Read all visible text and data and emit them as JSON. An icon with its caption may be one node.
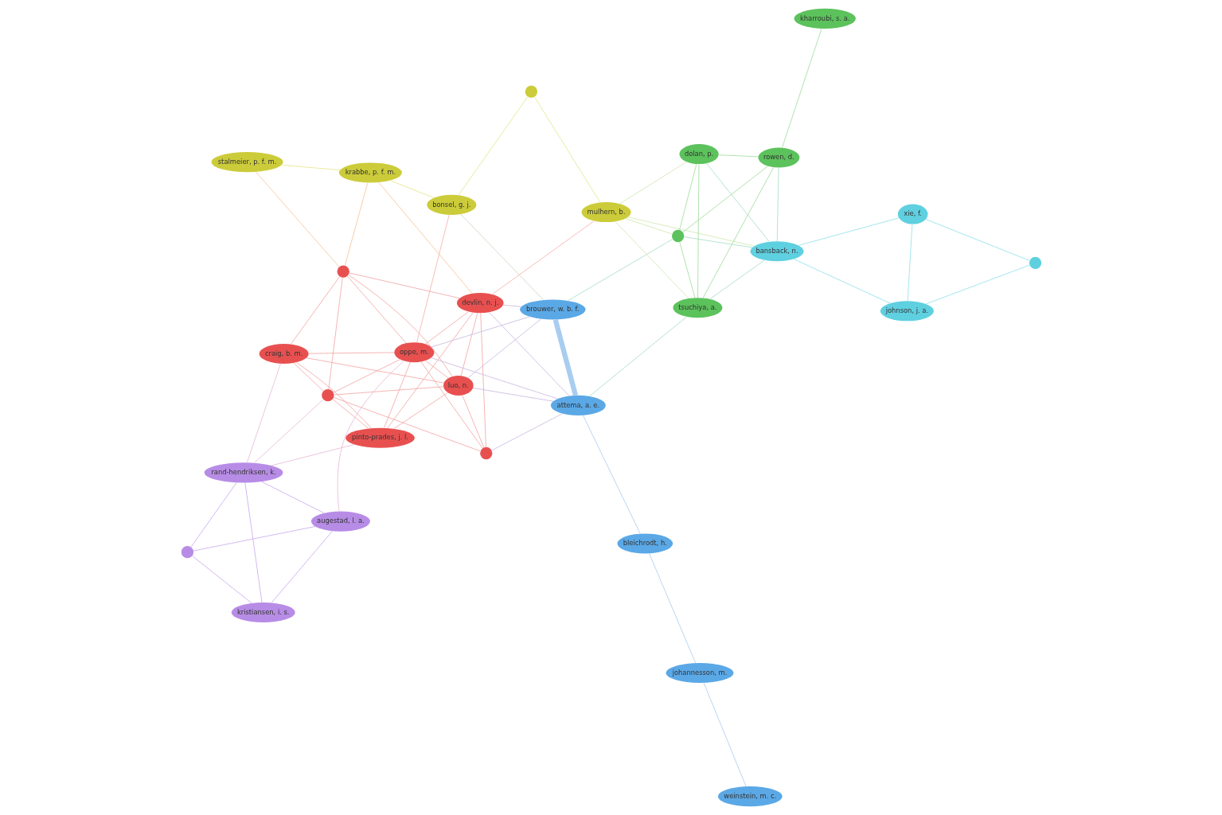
{
  "diagram": {
    "nodes": [
      {
        "text": [],
        "shape": "circle"
      },
      {
        "text": [
          "xie, f."
        ]
      },
      {
        "text": [
          "stalmeier, p. f. m."
        ]
      },
      {
        "text": [
          "krabbe, p. f. m."
        ]
      },
      {
        "text": [
          "craig, b. m."
        ]
      },
      {
        "text": [],
        "shape": "circle"
      },
      {
        "text": [
          "kristiansen, i. s."
        ]
      },
      {
        "text": [
          "johnson, j. a."
        ]
      },
      {
        "text": [
          "rand-hendriksen, k."
        ]
      },
      {
        "text": [
          "bonsel, g. j."
        ]
      },
      {
        "text": [
          "bansback, n."
        ]
      },
      {
        "text": [],
        "shape": "circle"
      },
      {
        "text": [],
        "shape": "circle"
      },
      {
        "text": [
          "dolan, p."
        ]
      },
      {
        "text": [],
        "shape": "circle"
      },
      {
        "text": [
          "augestad, l. a."
        ]
      },
      {
        "text": [
          "mulhern, b."
        ]
      },
      {
        "text": [
          "luo, n."
        ]
      },
      {
        "text": [
          "pinto-prades, j. l."
        ]
      },
      {
        "text": [],
        "shape": "circle"
      },
      {
        "text": [
          "devlin, n. j."
        ]
      },
      {
        "text": [
          "oppe, m."
        ]
      },
      {
        "text": [
          "tsuchiya, a."
        ]
      },
      {
        "text": [
          "rowen, d."
        ]
      },
      {
        "text": [],
        "shape": "circle"
      },
      {
        "text": [
          "brouwer, w. b. f."
        ]
      },
      {
        "text": [
          "kharroubi, s. a."
        ]
      },
      {
        "text": [
          "attema, a. e."
        ]
      },
      {
        "text": [
          "bleichrodt, h."
        ]
      },
      {
        "text": [
          "johannesson, m."
        ]
      },
      {
        "text": [
          "weinstein, m. c."
        ]
      }
    ],
    "edges": [
      {
        "from": 0,
        "to": 1,
        "arrow": "none",
        "color": "#8fe0ec"
      },
      {
        "from": 0,
        "to": 7,
        "arrow": "none",
        "color": "#8fe0ec"
      },
      {
        "from": 1,
        "to": 7,
        "arrow": "none",
        "color": "#8fe0ec"
      },
      {
        "from": 1,
        "to": 10,
        "arrow": "none",
        "color": "#8fe0ec"
      },
      {
        "from": 7,
        "to": 10,
        "arrow": "none",
        "color": "#8fe0ec"
      },
      {
        "from": 10,
        "to": 13,
        "arrow": "none",
        "color": "#a6dcc4"
      },
      {
        "from": 10,
        "to": 19,
        "arrow": "none",
        "color": "#a6dcc4"
      },
      {
        "from": 10,
        "to": 22,
        "arrow": "none",
        "color": "#a6dcc4"
      },
      {
        "from": 10,
        "to": 23,
        "arrow": "none",
        "color": "#a6dcc4"
      },
      {
        "from": 10,
        "to": 16,
        "arrow": "none",
        "color": "#cfe8b0"
      },
      {
        "from": 13,
        "to": 19,
        "arrow": "none",
        "color": "#9fdc9a"
      },
      {
        "from": 13,
        "to": 22,
        "arrow": "none",
        "color": "#9fdc9a"
      },
      {
        "from": 13,
        "to": 23,
        "arrow": "none",
        "color": "#9fdc9a"
      },
      {
        "from": 19,
        "to": 22,
        "arrow": "none",
        "color": "#9fdc9a"
      },
      {
        "from": 19,
        "to": 23,
        "arrow": "none",
        "color": "#9fdc9a"
      },
      {
        "from": 22,
        "to": 23,
        "arrow": "none",
        "color": "#9fdc9a"
      },
      {
        "from": 23,
        "to": 26,
        "arrow": "none",
        "color": "#9fdc9a"
      },
      {
        "from": 19,
        "to": 16,
        "arrow": "none",
        "color": "#cfe8b0"
      },
      {
        "from": 13,
        "to": 16,
        "arrow": "none",
        "color": "#cfe8b0"
      },
      {
        "from": 22,
        "to": 16,
        "arrow": "none",
        "color": "#cfe8b0"
      },
      {
        "from": 22,
        "to": 27,
        "arrow": "none",
        "color": "#a6dcc4"
      },
      {
        "from": 19,
        "to": 25,
        "arrow": "none",
        "color": "#a6dcc4"
      },
      {
        "from": 16,
        "to": 14,
        "arrow": "none",
        "color": "#e6e68a"
      },
      {
        "from": 14,
        "to": 9,
        "arrow": "none",
        "color": "#e6e68a"
      },
      {
        "from": 9,
        "to": 3,
        "arrow": "none",
        "color": "#e6e68a"
      },
      {
        "from": 3,
        "to": 2,
        "arrow": "none",
        "color": "#e6e68a"
      },
      {
        "from": 2,
        "to": 5,
        "arrow": "none",
        "color": "#f4c49a"
      },
      {
        "from": 3,
        "to": 5,
        "arrow": "none",
        "color": "#f4c49a"
      },
      {
        "from": 16,
        "to": 20,
        "arrow": "none",
        "color": "#f4b0a8"
      },
      {
        "from": 3,
        "to": 20,
        "arrow": "none",
        "color": "#f4c49a"
      },
      {
        "from": 9,
        "to": 21,
        "arrow": "none",
        "color": "#f4b0a8"
      },
      {
        "from": 9,
        "to": 25,
        "arrow": "none",
        "color": "#c8d8c0"
      },
      {
        "from": 5,
        "to": 4,
        "arrow": "none"
      },
      {
        "from": 5,
        "to": 12,
        "arrow": "none"
      },
      {
        "from": 4,
        "to": 12,
        "arrow": "none"
      },
      {
        "from": 4,
        "to": 17,
        "arrow": "none"
      },
      {
        "from": 4,
        "to": 21,
        "arrow": "none"
      },
      {
        "from": 4,
        "to": 18,
        "arrow": "none"
      },
      {
        "from": 5,
        "to": 17,
        "arrow": "none"
      },
      {
        "from": 5,
        "to": 20,
        "arrow": "none"
      },
      {
        "from": 5,
        "to": 21,
        "arrow": "none"
      },
      {
        "from": 12,
        "to": 18,
        "arrow": "none"
      },
      {
        "from": 12,
        "to": 17,
        "arrow": "none"
      },
      {
        "from": 12,
        "to": 21,
        "arrow": "none"
      },
      {
        "from": 12,
        "to": 24,
        "arrow": "none"
      },
      {
        "from": 17,
        "to": 21,
        "arrow": "none"
      },
      {
        "from": 17,
        "to": 20,
        "arrow": "none"
      },
      {
        "from": 17,
        "to": 18,
        "arrow": "none"
      },
      {
        "from": 20,
        "to": 21,
        "arrow": "none"
      },
      {
        "from": 20,
        "to": 24,
        "arrow": "none"
      },
      {
        "from": 21,
        "to": 24,
        "arrow": "none"
      },
      {
        "from": 17,
        "to": 24,
        "arrow": "none"
      },
      {
        "from": 20,
        "to": 18,
        "arrow": "none"
      },
      {
        "from": 21,
        "to": 18,
        "arrow": "none"
      },
      {
        "from": 4,
        "to": 8,
        "arrow": "none",
        "color": "#e8b8d8"
      },
      {
        "from": 12,
        "to": 8,
        "arrow": "none",
        "color": "#e8b8d8"
      },
      {
        "from": 18,
        "to": 8,
        "arrow": "none",
        "color": "#e8b8d8"
      },
      {
        "from": 21,
        "to": 15,
        "arrow": "none",
        "color": "#e8b8d8"
      },
      {
        "from": 6,
        "to": 8,
        "arrow": "none",
        "color": "#c9a8ee"
      },
      {
        "from": 6,
        "to": 15,
        "arrow": "none",
        "color": "#c9a8ee"
      },
      {
        "from": 6,
        "to": 11,
        "arrow": "none",
        "color": "#c9a8ee"
      },
      {
        "from": 8,
        "to": 11,
        "arrow": "none",
        "color": "#c9a8ee"
      },
      {
        "from": 8,
        "to": 15,
        "arrow": "none",
        "color": "#c9a8ee"
      },
      {
        "from": 15,
        "to": 11,
        "arrow": "none",
        "color": "#c9a8ee"
      },
      {
        "from": 25,
        "to": 27,
        "arrow": "none",
        "style": "thick",
        "color": "#a8cdf0"
      },
      {
        "from": 27,
        "to": 28,
        "arrow": "none",
        "color": "#a8cdf0"
      },
      {
        "from": 28,
        "to": 29,
        "arrow": "none",
        "color": "#a8cdf0"
      },
      {
        "from": 29,
        "to": 30,
        "arrow": "none",
        "color": "#a8cdf0"
      },
      {
        "from": 25,
        "to": 20,
        "arrow": "none",
        "color": "#c8b8e0"
      },
      {
        "from": 25,
        "to": 21,
        "arrow": "none",
        "color": "#c8b8e0"
      },
      {
        "from": 25,
        "to": 17,
        "arrow": "none",
        "color": "#c8b8e0"
      },
      {
        "from": 27,
        "to": 21,
        "arrow": "none",
        "color": "#c8b8e0"
      },
      {
        "from": 27,
        "to": 24,
        "arrow": "none",
        "color": "#c8b8e0"
      },
      {
        "from": 27,
        "to": 17,
        "arrow": "none",
        "color": "#c8b8e0"
      },
      {
        "from": 27,
        "to": 20,
        "arrow": "none",
        "color": "#c8b8e0"
      }
    ]
  }
}
